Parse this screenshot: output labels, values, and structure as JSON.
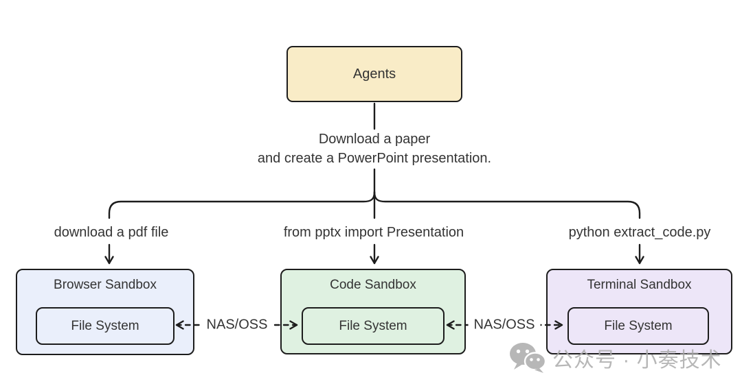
{
  "diagram": {
    "agents_box": {
      "label": "Agents",
      "fill": "#F9ECC7"
    },
    "caption": {
      "line1": "Download a paper",
      "line2": "and create a PowerPoint presentation."
    },
    "branches": [
      {
        "edge_label": "download a pdf file",
        "title": "Browser Sandbox",
        "inner_label": "File System",
        "fill": "#EAEFFB"
      },
      {
        "edge_label": "from pptx import Presentation",
        "title": "Code Sandbox",
        "inner_label": "File System",
        "fill": "#DFF1E1"
      },
      {
        "edge_label": "python extract_code.py",
        "title": "Terminal Sandbox",
        "inner_label": "File System",
        "fill": "#EDE6F8"
      }
    ],
    "links": [
      {
        "label": "NAS/OSS"
      },
      {
        "label": "NAS/OSS"
      }
    ],
    "colors": {
      "stroke": "#1c1c1c",
      "text": "#333333",
      "background": "#ffffff",
      "watermark_gray": "#ababab"
    },
    "watermark": {
      "icon": "wechat-icon",
      "text": "公众号 · 小奏技术"
    }
  }
}
